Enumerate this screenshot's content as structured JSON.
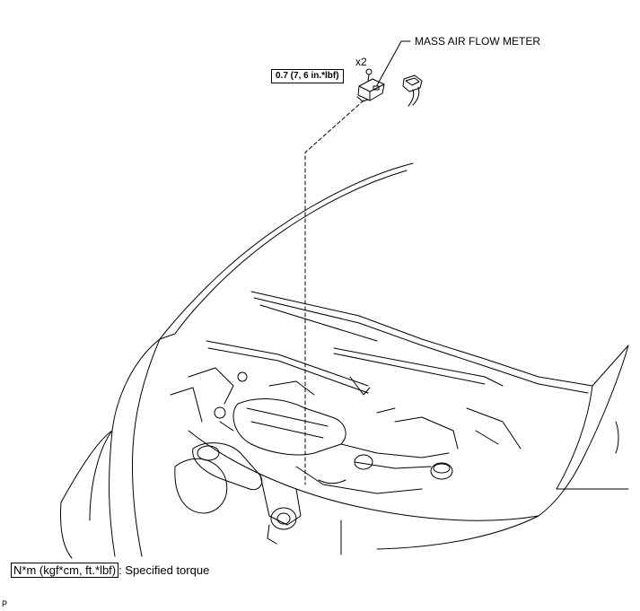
{
  "callouts": {
    "part_name": "MASS AIR FLOW METER",
    "quantity": "x2",
    "torque_value": "0.7 (7, 6 in.*lbf)"
  },
  "legend": {
    "key": "N*m (kgf*cm, ft.*lbf)",
    "description": ": Specified torque"
  },
  "corner_mark": "P"
}
